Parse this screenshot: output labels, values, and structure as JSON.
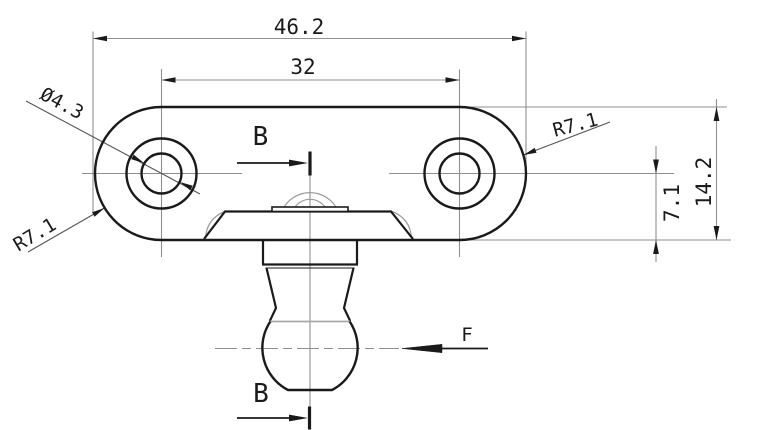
{
  "drawing": {
    "dimensions": {
      "overall_width": "46.2",
      "hole_spacing": "32",
      "overall_height": "14.2",
      "hole_center_to_bottom": "7.1",
      "corner_radius_right": "R7.1",
      "corner_radius_left": "R7.1",
      "hole_diameter": "Ø4.3"
    },
    "labels": {
      "section_top": "B",
      "section_bottom": "B",
      "force": "F"
    },
    "colors": {
      "outline": "#1a1a1a",
      "construction_line": "#8f8f8f",
      "background": "#ffffff"
    }
  }
}
